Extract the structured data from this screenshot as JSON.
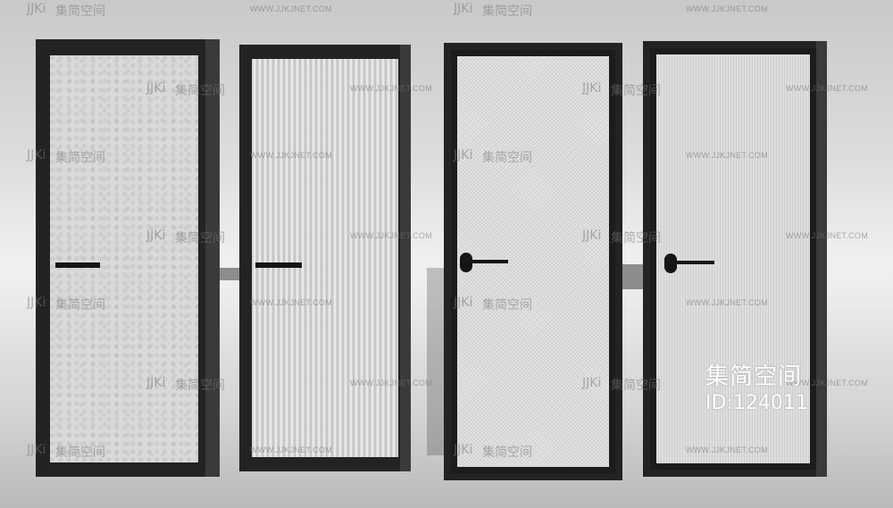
{
  "watermark": {
    "brand": "集简空间",
    "logo": "JJKi",
    "url": "WWW.JJKJNET.COM"
  },
  "stamp": {
    "brand": "集简空间",
    "id": "ID:124011"
  },
  "doors": [
    {
      "name": "door-leather-glass",
      "glass": "leather"
    },
    {
      "name": "door-reeded-glass",
      "glass": "reeded"
    },
    {
      "name": "door-mesh-glass",
      "glass": "mesh"
    },
    {
      "name": "door-fluted-glass",
      "glass": "fluted"
    }
  ],
  "colors": {
    "frame": "#232323",
    "background": "#dcdcdc",
    "stamp_text": "#ffffff"
  }
}
